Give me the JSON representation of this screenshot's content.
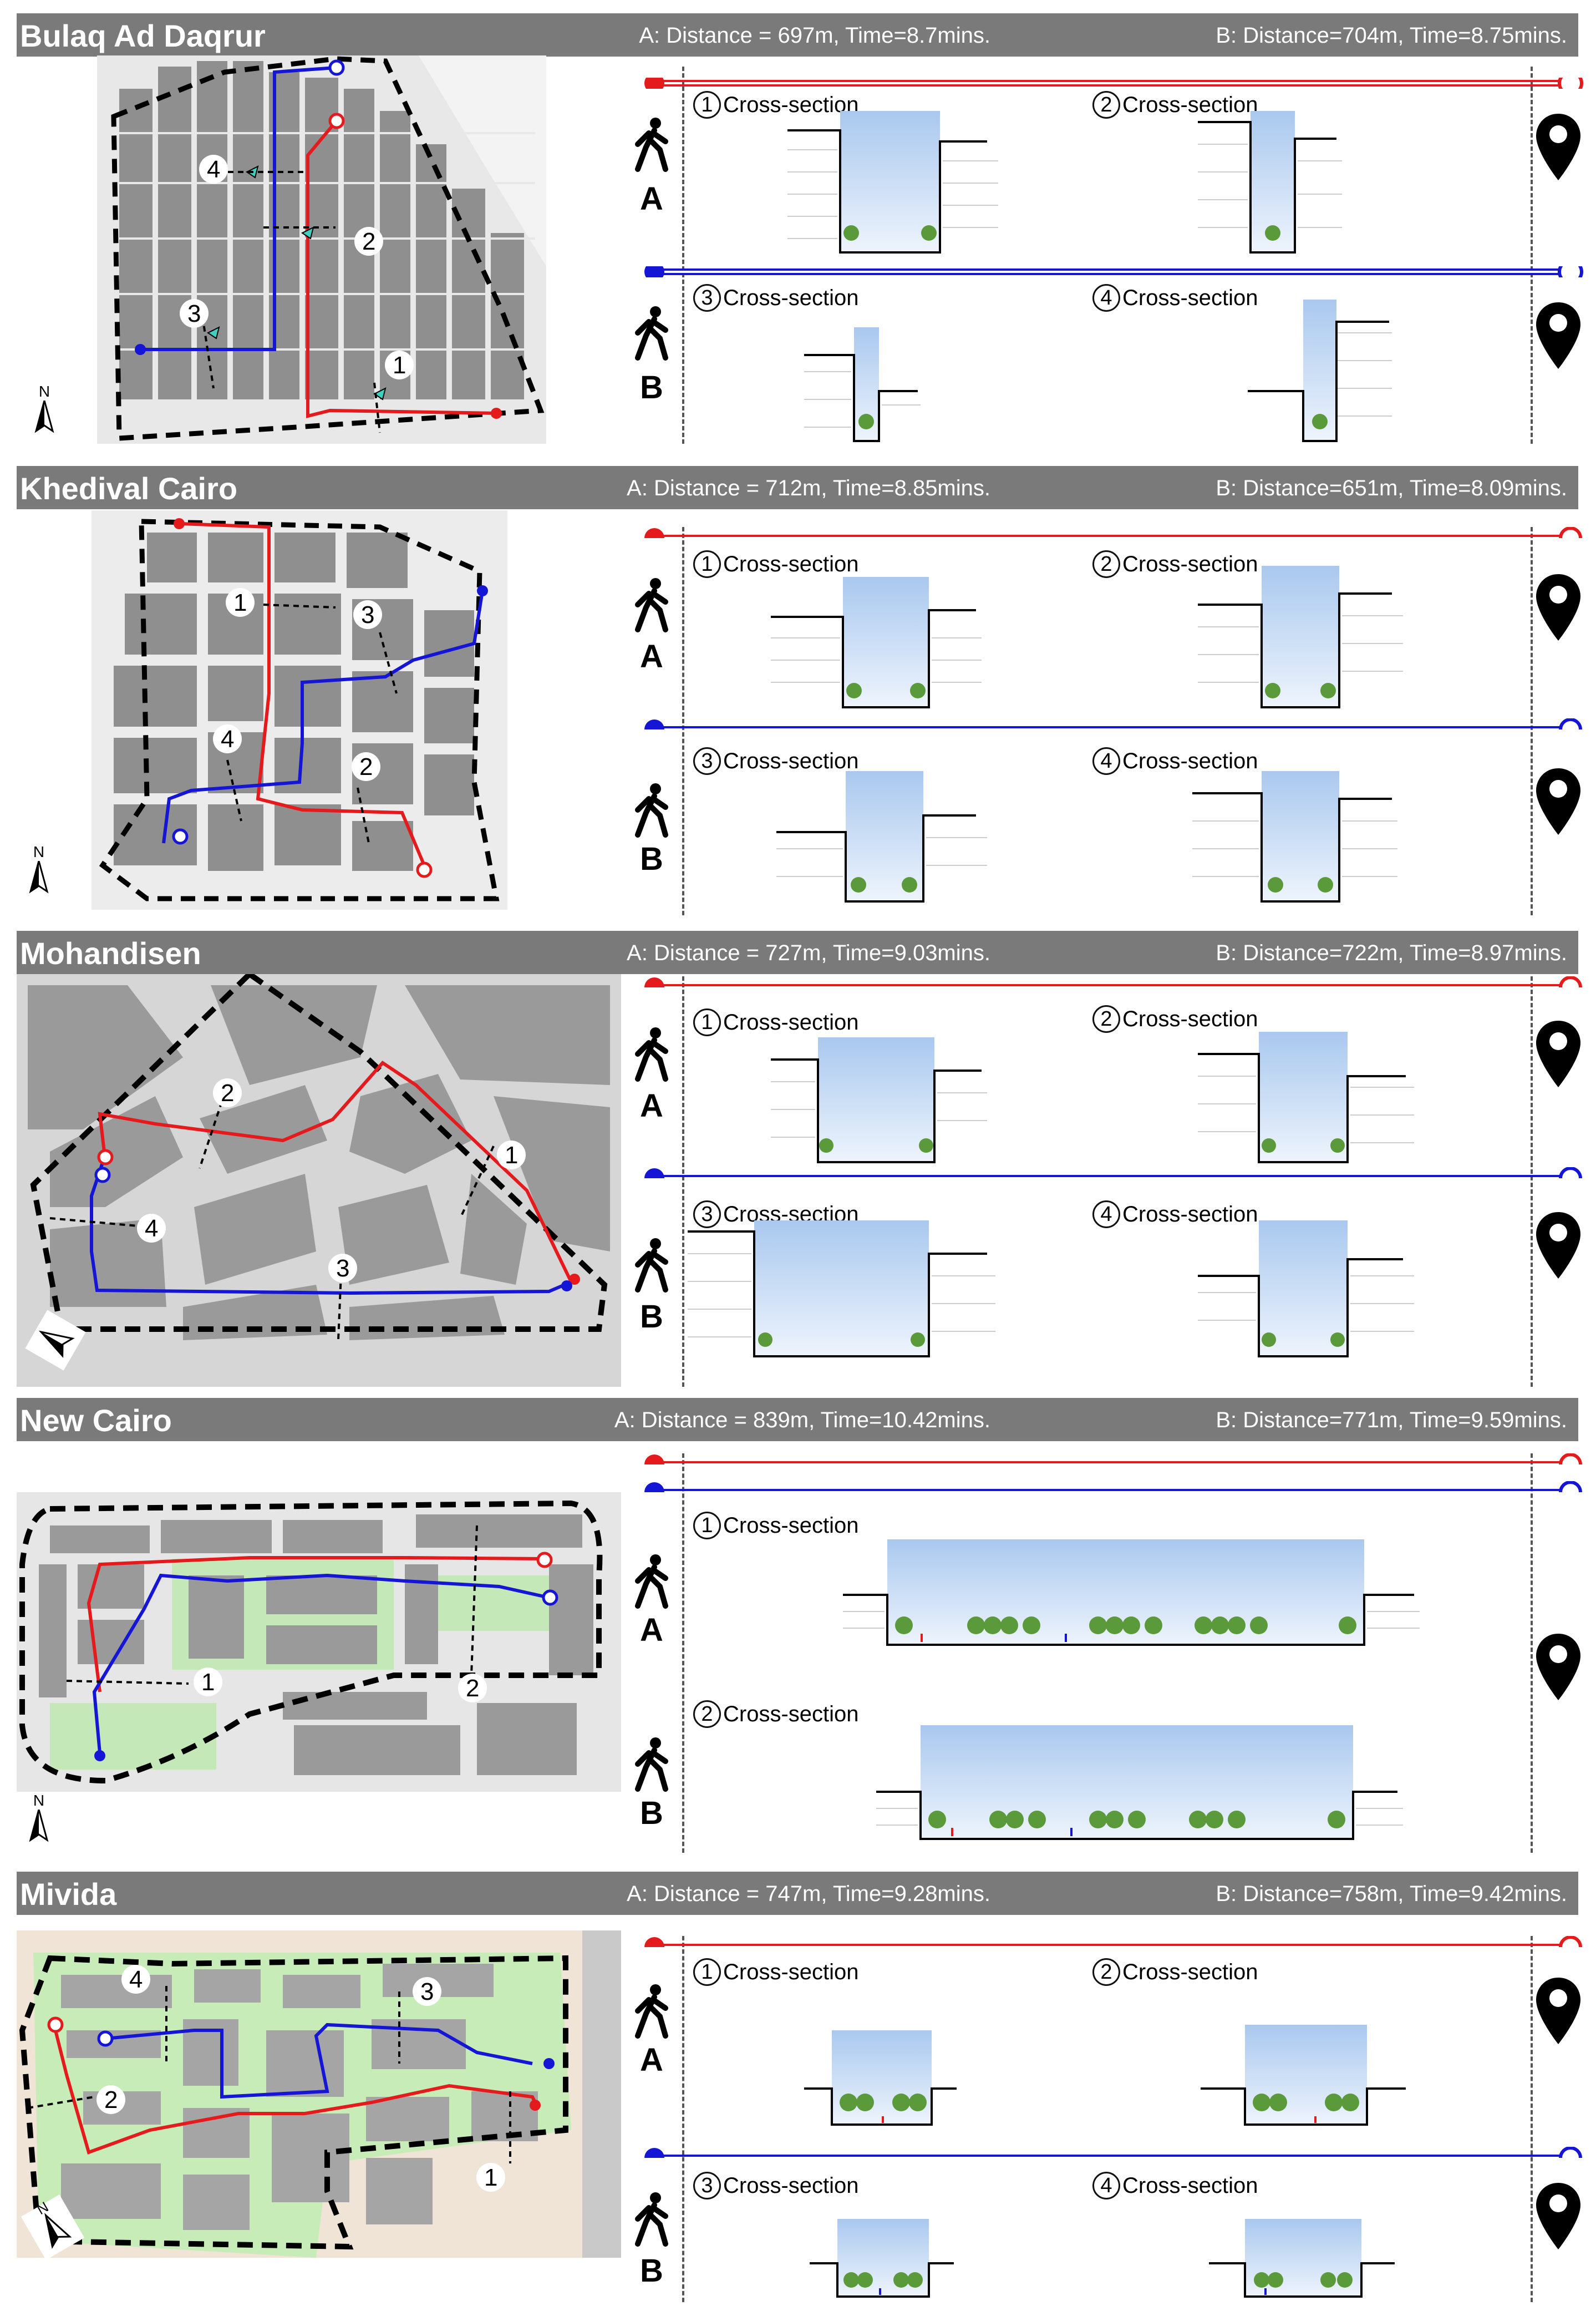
{
  "panels": [
    {
      "city": "Bulaq Ad Daqrur",
      "route_a": "A: Distance = 697m, Time=8.7mins.",
      "route_b": "B: Distance=704m, Time=8.75mins.",
      "sections": [
        "Cross-section",
        "Cross-section",
        "Cross-section",
        "Cross-section"
      ],
      "section_nums": [
        "1",
        "2",
        "3",
        "4"
      ],
      "map_labels": [
        "4",
        "2",
        "3",
        "1"
      ]
    },
    {
      "city": "Khedival Cairo",
      "route_a": "A: Distance = 712m, Time=8.85mins.",
      "route_b": "B: Distance=651m, Time=8.09mins.",
      "sections": [
        "Cross-section",
        "Cross-section",
        "Cross-section",
        "Cross-section"
      ],
      "section_nums": [
        "1",
        "2",
        "3",
        "4"
      ],
      "map_labels": [
        "1",
        "3",
        "4",
        "2"
      ]
    },
    {
      "city": "Mohandisen",
      "route_a": "A: Distance = 727m, Time=9.03mins.",
      "route_b": "B: Distance=722m, Time=8.97mins.",
      "sections": [
        "Cross-section",
        "Cross-section",
        "Cross-section",
        "Cross-section"
      ],
      "section_nums": [
        "1",
        "2",
        "3",
        "4"
      ],
      "map_labels": [
        "2",
        "1",
        "4",
        "3"
      ]
    },
    {
      "city": "New Cairo",
      "route_a": "A: Distance = 839m, Time=10.42mins.",
      "route_b": "B: Distance=771m, Time=9.59mins.",
      "sections": [
        "Cross-section",
        "Cross-section"
      ],
      "section_nums": [
        "1",
        "2"
      ],
      "map_labels": [
        "1",
        "2"
      ]
    },
    {
      "city": "Mivida",
      "route_a": "A: Distance = 747m, Time=9.28mins.",
      "route_b": "B: Distance=758m, Time=9.42mins.",
      "sections": [
        "Cross-section",
        "Cross-section",
        "Cross-section",
        "Cross-section"
      ],
      "section_nums": [
        "1",
        "2",
        "3",
        "4"
      ],
      "map_labels": [
        "4",
        "3",
        "2",
        "1"
      ]
    }
  ],
  "walker_labels": [
    "A",
    "B"
  ],
  "north_label": "N",
  "colors": {
    "route_a": "#e41a1c",
    "route_b": "#1515d6",
    "header": "#7a7a7a",
    "sky": "#a9c8ee",
    "building": "#8f8f8f",
    "green": "#b8e6a8"
  }
}
